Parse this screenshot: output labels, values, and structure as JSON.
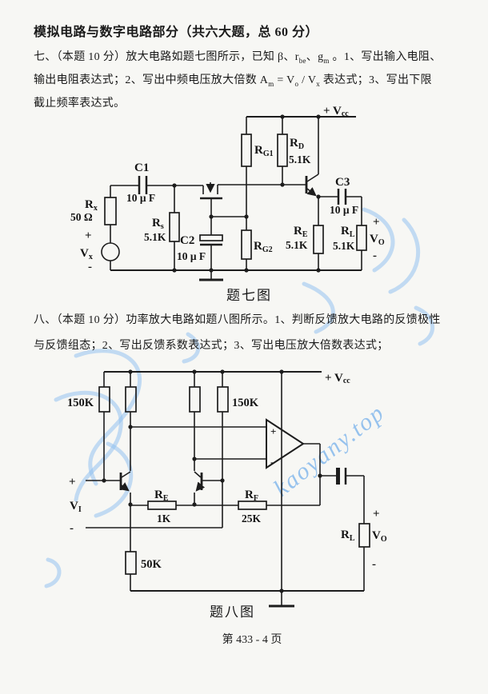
{
  "page": {
    "title": "模拟电路与数字电路部分（共六大题，总 60 分）",
    "q7": {
      "l1a": "七、（本题 10 分）放大电路如题七图所示，已知 β、r",
      "l1s1": "be",
      "l1b": "、g",
      "l1s2": "m",
      "l1c": " 。1、写出输入电阻、",
      "l2a": "输出电阻表达式；2、写出中频电压放大倍数 A",
      "l2s1": "m",
      "l2b": " = V",
      "l2s2": "o",
      "l2c": " / V",
      "l2s3": "x",
      "l2d": " 表达式；3、写出下限",
      "l3": "截止频率表达式。"
    },
    "q8": {
      "l1": "八、（本题 10 分）功率放大电路如题八图所示。1、判断反馈放大电路的反馈极性",
      "l2": "与反馈组态；2、写出反馈系数表达式；3、写出电压放大倍数表达式；"
    },
    "footer": "第 433 - 4 页"
  },
  "fig7": {
    "caption": "题七图",
    "vcc": "+ V",
    "vcc_sub": "cc",
    "c1": "C1",
    "c1_val": "10 μ F",
    "rx": "R",
    "rx_sub": "x",
    "rx_val": "50 Ω",
    "vx_plus": "+",
    "vx": "V",
    "vx_sub": "x",
    "vx_minus": "-",
    "rs": "R",
    "rs_sub": "s",
    "rs_val": "5.1K",
    "c2": "C2",
    "c2_val": "10 μ F",
    "rg1": "R",
    "rg1_sub": "G1",
    "rg2": "R",
    "rg2_sub": "G2",
    "rd": "R",
    "rd_sub": "D",
    "rd_val": "5.1K",
    "re": "R",
    "re_sub": "E",
    "re_val": "5.1K",
    "c3": "C3",
    "c3_val": "10 μ F",
    "rl": "R",
    "rl_sub": "L",
    "rl_val": "5.1K",
    "vo_plus": "+",
    "vo": "V",
    "vo_sub": "O",
    "vo_minus": "-"
  },
  "fig8": {
    "caption": "题八图",
    "vcc": "+ V",
    "vcc_sub": "cc",
    "r1_val": "150K",
    "r4_val": "150K",
    "vi_plus": "+",
    "vi": "V",
    "vi_sub": "I",
    "vi_minus": "-",
    "re": "R",
    "re_sub": "E",
    "re_val": "1K",
    "rf": "R",
    "rf_sub": "F",
    "rf_val": "25K",
    "r5_val": "50K",
    "op_plus": "+",
    "op_minus": "-",
    "rl": "R",
    "rl_sub": "L",
    "vo_plus": "+",
    "vo": "V",
    "vo_sub": "O",
    "vo_minus": "-"
  },
  "watermark": {
    "text": "kaoyany.top",
    "color": "#7fb5ec"
  },
  "colors": {
    "ink": "#1d1d1d",
    "paper": "#f7f7f4"
  }
}
